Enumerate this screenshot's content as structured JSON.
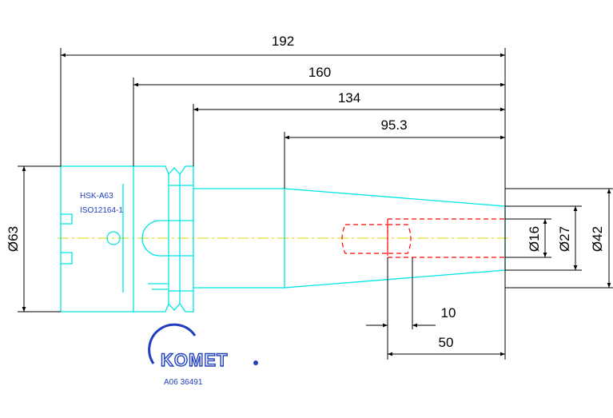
{
  "dimensions": {
    "overall_length": "192",
    "length_160": "160",
    "length_134": "134",
    "length_95": "95.3",
    "dia_63": "Ø63",
    "dia_16": "Ø16",
    "dia_27": "Ø27",
    "dia_42": "Ø42",
    "depth_10": "10",
    "depth_50": "50"
  },
  "labels": {
    "interface_1": "HSK-A63",
    "interface_2": "ISO12164-1",
    "brand": "KOMET",
    "part_number": "A06 36491"
  },
  "colors": {
    "outline": "#00e5e5",
    "hidden": "#ff0000",
    "centerline": "#d8d800",
    "dimension": "#000000",
    "brand": "#1f3fbf"
  }
}
